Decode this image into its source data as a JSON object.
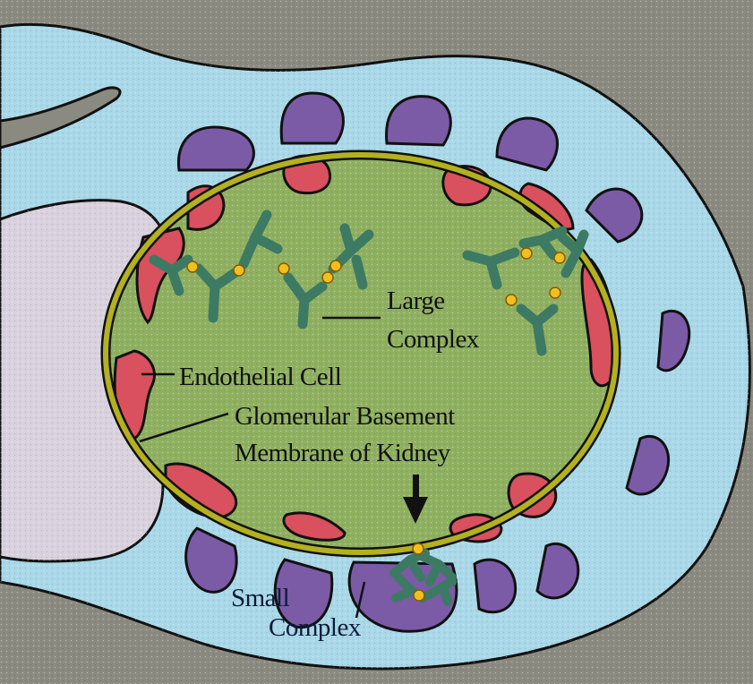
{
  "diagram": {
    "labels": {
      "large_complex_line1": "Large",
      "large_complex_line2": "Complex",
      "endothelial_cell": "Endothelial Cell",
      "gbm_line1": "Glomerular Basement",
      "gbm_line2": "Membrane of Kidney",
      "small_complex_line1": "Small",
      "small_complex_line2": "Complex"
    },
    "colors": {
      "background": "#8a8a80",
      "outer_space": "#a9d8e8",
      "pale_cell": "#d9d2de",
      "lumen": "#8fb060",
      "endothelium": "#d9505e",
      "podocyte": "#7b5aa6",
      "membrane": "#b3b120",
      "antibody": "#3d7a64",
      "antigen": "#f0c020",
      "outline": "#111111"
    },
    "icons": {
      "arrow": "down-arrow-icon",
      "antibody": "y-shaped-antibody-icon",
      "antigen": "antigen-dot-icon"
    }
  }
}
